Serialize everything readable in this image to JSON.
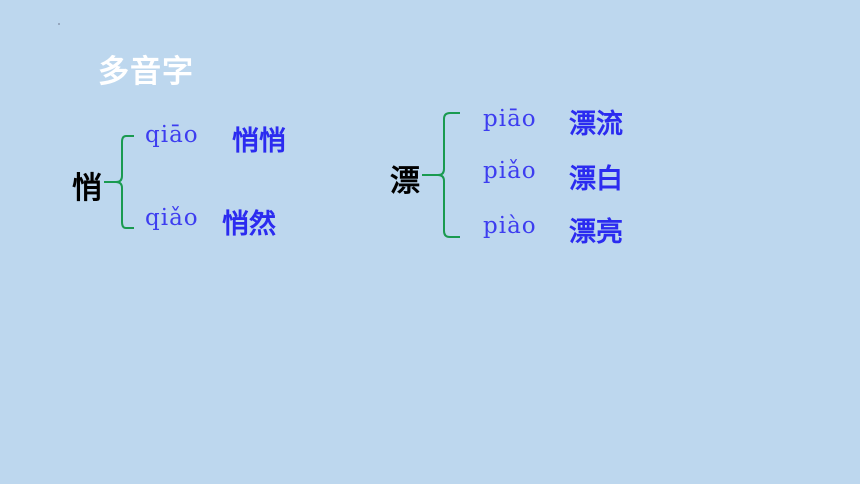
{
  "title": "多音字",
  "groups": [
    {
      "char": "悄",
      "readings": [
        {
          "pinyin": "qiāo",
          "word": "悄悄"
        },
        {
          "pinyin": "qiǎo",
          "word": "悄然"
        }
      ]
    },
    {
      "char": "漂",
      "readings": [
        {
          "pinyin": "piāo",
          "word": "漂流"
        },
        {
          "pinyin": "piǎo",
          "word": "漂白"
        },
        {
          "pinyin": "piào",
          "word": "漂亮"
        }
      ]
    }
  ],
  "colors": {
    "background": "#bdd7ee",
    "title": "#ffffff",
    "pinyin": "#3d3df0",
    "word": "#2b2bf0",
    "brace": "#1a9a50"
  }
}
